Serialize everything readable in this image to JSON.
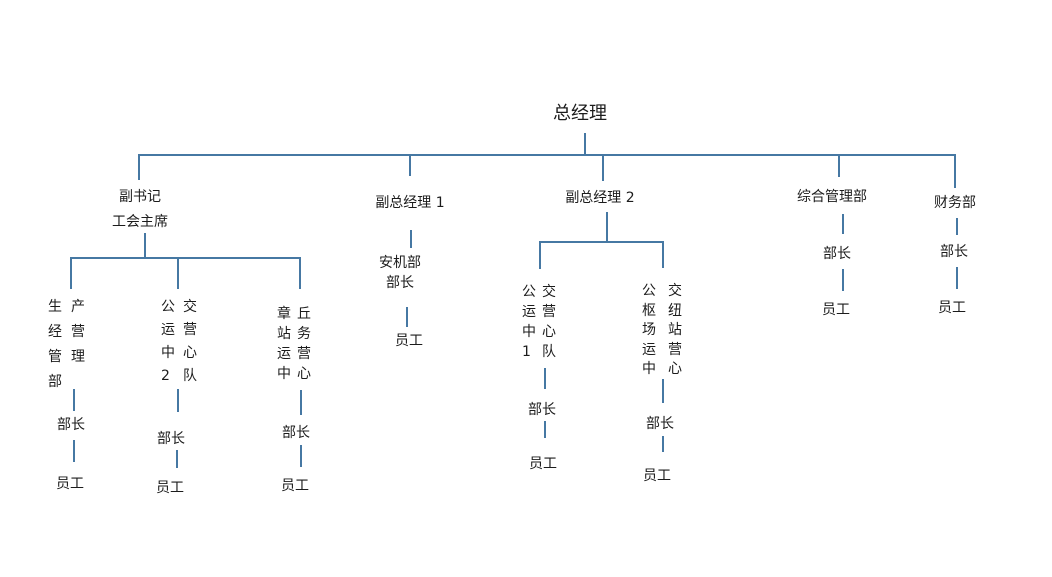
{
  "colors": {
    "connector": "#4678a3",
    "text": "#1c1c1c"
  },
  "nodes": {
    "general_manager": {
      "label": "总经理"
    },
    "deputy_secretary": {
      "rows": [
        "副书记",
        "工会主席"
      ]
    },
    "vice_gm1": {
      "label": "副总经理 1"
    },
    "vice_gm2": {
      "label": "副总经理 2"
    },
    "admin_dept": {
      "label": "综合管理部",
      "chief": "部长",
      "staff": "员工"
    },
    "finance_dept": {
      "label": "财务部",
      "chief": "部长",
      "staff": "员工"
    },
    "production_dept": {
      "rows": [
        "生 产",
        "经 营",
        "管 理",
        "部"
      ],
      "chief": "部长",
      "staff": "员工"
    },
    "bus_ops_center_2": {
      "rows": [
        "公 交",
        "运 营",
        "中 心",
        "2 队"
      ],
      "chief": "部长",
      "staff": "员工"
    },
    "zhangqiu_station_center": {
      "rows": [
        "章 丘",
        "站 务",
        "运 营",
        "中 心"
      ],
      "chief": "部长",
      "staff": "员工"
    },
    "anji_dept": {
      "rows": [
        "安机部",
        "部长"
      ],
      "staff": "员工"
    },
    "bus_ops_center_1": {
      "rows": [
        "公 交",
        "运 营",
        "中 心",
        "1 队"
      ],
      "chief": "部长",
      "staff": "员工"
    },
    "bus_hub_station_center": {
      "rows": [
        "公 交",
        "枢 纽",
        "场 站",
        "运 营",
        "中 心"
      ],
      "chief": "部长",
      "staff": "员工"
    }
  }
}
